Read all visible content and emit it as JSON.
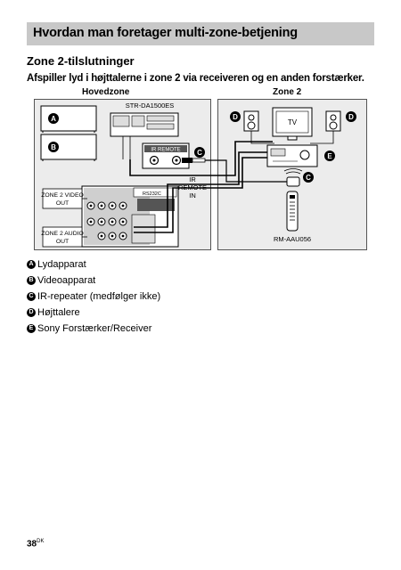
{
  "header": {
    "title": "Hvordan man foretager multi-zone-betjening"
  },
  "section_title": "Zone 2-tilslutninger",
  "subtitle": "Afspiller lyd i højttalerne i zone 2 via receiveren og en anden forstærker.",
  "diagram": {
    "main_zone_label": "Hovedzone",
    "zone2_label": "Zone 2",
    "receiver_model": "STR-DA1500ES",
    "tv_label": "TV",
    "ir_remote_label": "IR REMOTE",
    "ir_remote_in_lines": [
      "IR",
      "REMOTE",
      "IN"
    ],
    "zone2_video_out_lines": [
      "ZONE 2 VIDEO",
      "OUT"
    ],
    "zone2_audio_out_lines": [
      "ZONE 2 AUDIO",
      "OUT"
    ],
    "rs232c_label": "RS232C",
    "remote_model": "RM-AAU056",
    "markers": {
      "a": "A",
      "b": "B",
      "c": "C",
      "d": "D",
      "e": "E"
    }
  },
  "legend": [
    {
      "marker": "A",
      "text": "Lydapparat"
    },
    {
      "marker": "B",
      "text": "Videoapparat"
    },
    {
      "marker": "C",
      "text": "IR-repeater (medfølger ikke)"
    },
    {
      "marker": "D",
      "text": "Højttalere"
    },
    {
      "marker": "E",
      "text": "Sony Forstærker/Receiver"
    }
  ],
  "footer": {
    "page_number": "38",
    "page_suffix": "DK"
  }
}
